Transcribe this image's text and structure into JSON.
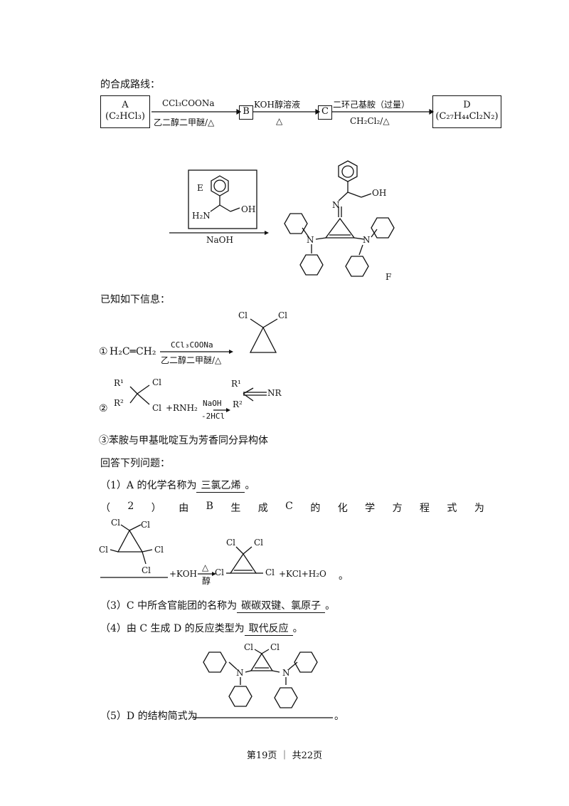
{
  "intro": "的合成路线：",
  "route": {
    "A_label": "A",
    "A_formula": "(C₂HCl₃)",
    "arrow1_top": "CCl₃COONa",
    "arrow1_bottom": "乙二醇二甲醚/△",
    "B": "B",
    "arrow2_top": "KOH醇溶液",
    "arrow2_bottom": "△",
    "C": "C",
    "arrow3_top": "二环己基胺（过量）",
    "arrow3_bottom": "CH₂Cl₂/△",
    "D_label": "D",
    "D_formula": "(C₂₇H₄₄Cl₂N₂)"
  },
  "step2": {
    "E_label": "E",
    "reagent": "NaOH",
    "F_label": "F",
    "atoms": {
      "oh": "OH",
      "h2n": "H₂N",
      "n": "N"
    }
  },
  "known_title": "已知如下信息：",
  "info1": {
    "num": "①",
    "reactant": "H₂C═CH₂",
    "top": "CCl₃COONa",
    "bottom": "乙二醇二甲醚/△",
    "cl": "Cl"
  },
  "info2": {
    "num": "②",
    "r1": "R¹",
    "r2": "R²",
    "cl": "Cl",
    "plus": "+RNH₂",
    "top": "NaOH",
    "bottom": "-2HCl",
    "product": "NR"
  },
  "info3": "③苯胺与甲基吡啶互为芳香同分异构体",
  "questions_title": "回答下列问题：",
  "q1": {
    "prefix": "（1）A 的化学名称为",
    "answer": "三氯乙烯",
    "suffix": "。"
  },
  "q2": {
    "prefix_chars": [
      "（",
      "2",
      "）",
      "由",
      "B",
      "生",
      "成",
      "C",
      "的",
      "化",
      "学",
      "方",
      "程",
      "式",
      "为"
    ],
    "plus_koh": "+KOH",
    "cond_top": "△",
    "cond_bottom": "醇",
    "products": "+KCl+H₂O",
    "end": "。",
    "cl": "Cl"
  },
  "q3": {
    "prefix": "（3）C 中所含官能团的名称为",
    "answer": "碳碳双键、氯原子",
    "suffix": "。"
  },
  "q4": {
    "prefix": "（4）由 C 生成 D 的反应类型为",
    "answer": "取代反应",
    "suffix": "。"
  },
  "q5": {
    "prefix": "（5）D 的结构简式为",
    "suffix": "。",
    "cl": "Cl",
    "n": "N"
  },
  "footer": "第19页 ｜ 共22页"
}
